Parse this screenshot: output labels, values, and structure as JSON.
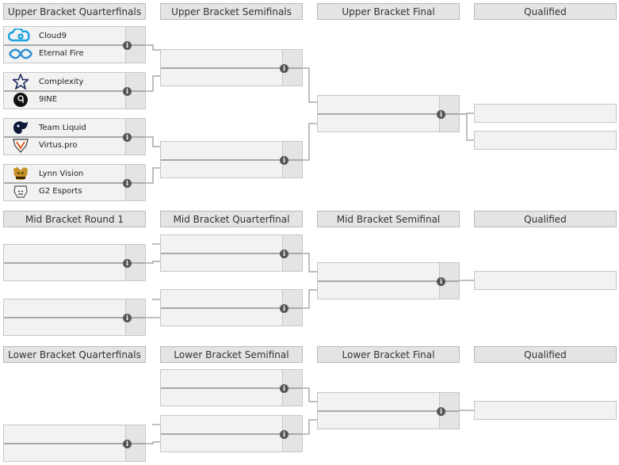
{
  "headers": {
    "upper": [
      "Upper Bracket Quarterfinals",
      "Upper Bracket Semifinals",
      "Upper Bracket Final",
      "Qualified"
    ],
    "mid": [
      "Mid Bracket Round 1",
      "Mid Bracket Quarterfinal",
      "Mid Bracket Semifinal",
      "Qualified"
    ],
    "lower": [
      "Lower Bracket Quarterfinals",
      "Lower Bracket Semifinal",
      "Lower Bracket Final",
      "Qualified"
    ]
  },
  "teams": {
    "ubqf1_a": "Cloud9",
    "ubqf1_b": "Eternal Fire",
    "ubqf2_a": "Complexity",
    "ubqf2_b": "9INE",
    "ubqf3_a": "Team Liquid",
    "ubqf3_b": "Virtus.pro",
    "ubqf4_a": "Lynn Vision",
    "ubqf4_b": "G2 Esports"
  },
  "icons": {
    "info": "i",
    "team_logos": [
      "cloud9-logo",
      "eternal-fire-logo",
      "complexity-logo",
      "9ine-logo",
      "team-liquid-logo",
      "virtus-pro-logo",
      "lynn-vision-logo",
      "g2-esports-logo"
    ]
  },
  "colors": {
    "header_bg": "#e4e4e4",
    "match_bg": "#f2f2f2",
    "connector": "#a9a9a9",
    "icon": "#555555",
    "cloud9_blue": "#1aa3e3"
  }
}
